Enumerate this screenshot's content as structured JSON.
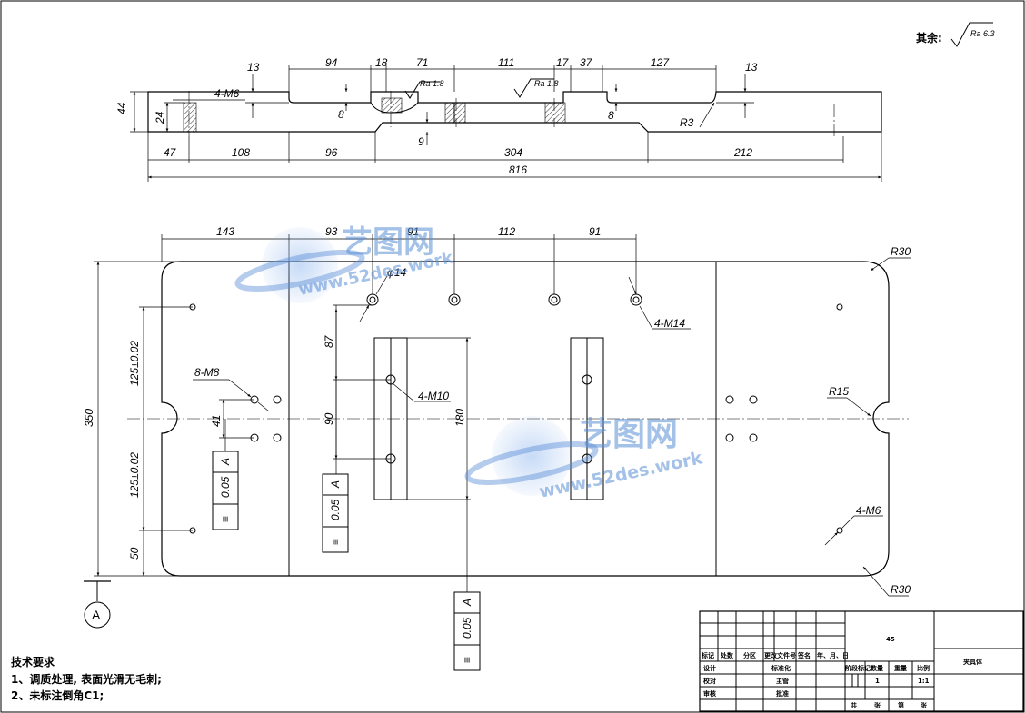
{
  "surface_note": {
    "label": "其余:",
    "symbol": "Ra 6.3"
  },
  "front_view": {
    "top_dims": [
      "13",
      "94",
      "18",
      "71",
      "111",
      "17",
      "37",
      "127",
      "13"
    ],
    "left_dims": [
      "44",
      "24"
    ],
    "thread_label": "4-M6",
    "roughness_1": "Ra 1.8",
    "roughness_2": "Ra 1.8",
    "depth_1": "8",
    "depth_2": "8",
    "depth_3": "9",
    "radius": "R3",
    "bottom_dims": [
      "47",
      "108",
      "96",
      "304",
      "212"
    ],
    "overall": "816"
  },
  "plan_view": {
    "top_dims": [
      "143",
      "93",
      "91",
      "112",
      "91"
    ],
    "height": "350",
    "tol_dims": [
      "125±0.02",
      "125±0.02"
    ],
    "dim_50": "50",
    "dim_41": "41",
    "dim_87": "87",
    "dim_90": "90",
    "dim_180": "180",
    "hole_dia": "φ14",
    "callouts": {
      "m14": "4-M14",
      "m10": "4-M10",
      "m8": "8-M8",
      "m6": "4-M6"
    },
    "radii": {
      "r30_top": "R30",
      "r15": "R15",
      "r30_bottom": "R30"
    },
    "fcf": {
      "tolerance": "0.05",
      "datum": "A",
      "symbol": "≡"
    },
    "datum_letter": "A"
  },
  "tech_requirements": {
    "title": "技术要求",
    "items": [
      "1、调质处理, 表面光滑无毛刺;",
      "2、未标注倒角C1;"
    ]
  },
  "title_block": {
    "material": "45",
    "part_name": "夹具体",
    "change_headers": [
      "标记",
      "处数",
      "分区",
      "更改文件号",
      "签名",
      "年、月、日"
    ],
    "left_rows": [
      "设计",
      "校对",
      "审核"
    ],
    "mid_rows": [
      "标准化",
      "主管",
      "批准"
    ],
    "stage_headers": [
      "阶段标记",
      "数量",
      "重量",
      "比例"
    ],
    "qty": "1",
    "scale": "1:1",
    "sheet_info": [
      "共",
      "张",
      "第",
      "张"
    ]
  },
  "watermark": {
    "brand": "艺图网",
    "url": "www.52des.work"
  }
}
